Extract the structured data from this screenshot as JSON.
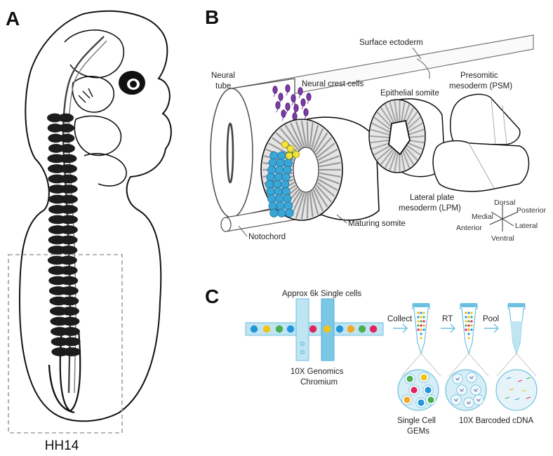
{
  "panels": {
    "a": {
      "letter": "A",
      "stage_label": "HH14"
    },
    "b": {
      "letter": "B",
      "labels": {
        "surface_ectoderm": "Surface ectoderm",
        "neural_tube_line1": "Neural",
        "neural_tube_line2": "tube",
        "neural_crest": "Neural crest cells",
        "epithelial_somite": "Epithelial somite",
        "psm_line1": "Presomitic",
        "psm_line2": "mesoderm (PSM)",
        "lpm_line1": "Lateral plate",
        "lpm_line2": "mesoderm (LPM)",
        "maturing_somite": "Maturing somite",
        "notochord": "Notochord"
      },
      "axes": {
        "dorsal": "Dorsal",
        "ventral": "Ventral",
        "medial": "Medial",
        "lateral": "Lateral",
        "anterior": "Anterior",
        "posterior": "Posterior"
      }
    },
    "c": {
      "letter": "C",
      "labels": {
        "single_cells": "Approx 6k Single cells",
        "chromium_line1": "10X Genomics",
        "chromium_line2": "Chromium",
        "collect": "Collect",
        "rt": "RT",
        "pool": "Pool",
        "gems_line1": "Single Cell",
        "gems_line2": "GEMs",
        "barcoded": "10X Barcoded cDNA"
      },
      "colors": {
        "channel": "#bfe4f2",
        "channel_stroke": "#6cc0e0",
        "dot_palette": [
          "#2196d8",
          "#f2c318",
          "#4cae4f",
          "#e0245e",
          "#f5a623"
        ]
      }
    }
  }
}
